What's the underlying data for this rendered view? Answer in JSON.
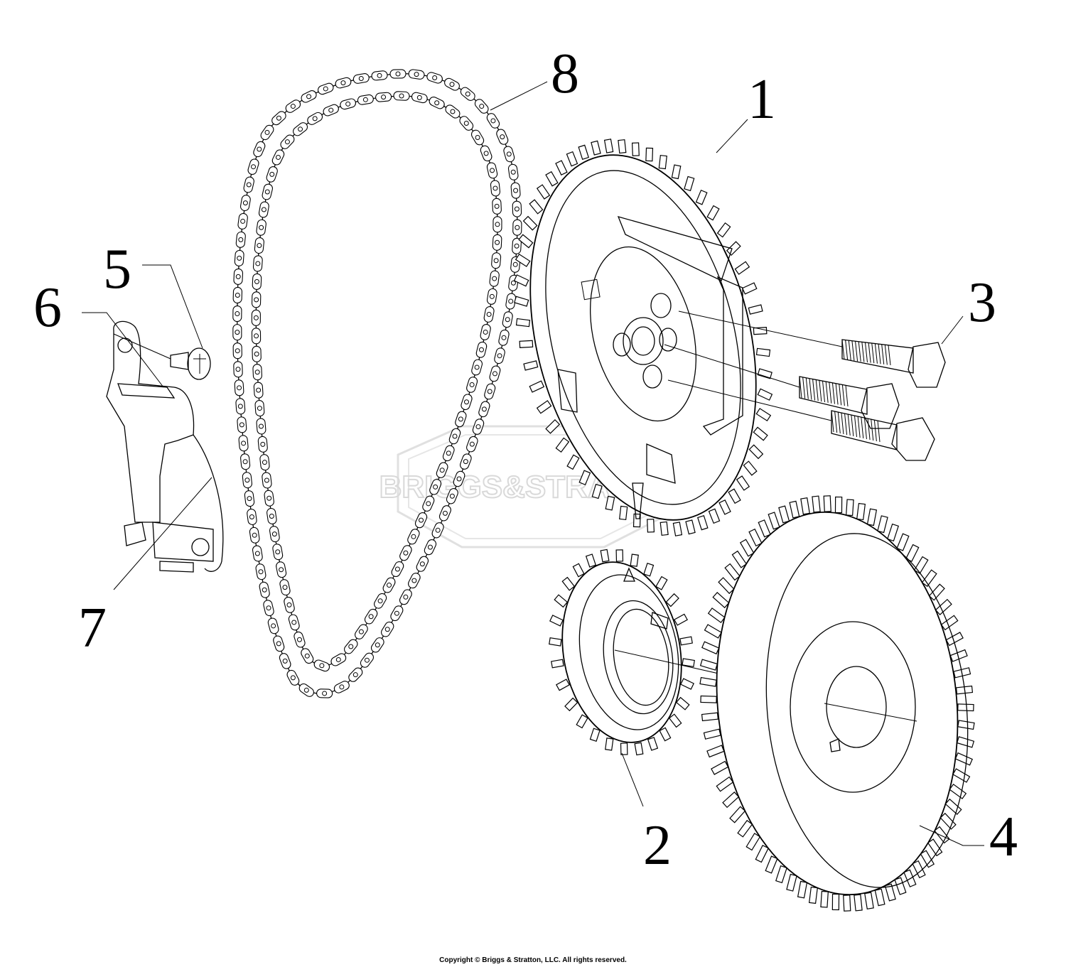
{
  "labels": {
    "p1": "1",
    "p2": "2",
    "p3": "3",
    "p4": "4",
    "p5": "5",
    "p6": "6",
    "p7": "7",
    "p8": "8"
  },
  "watermark": {
    "text": "BRIGGS&STRATTON",
    "color": "#d9d9d9"
  },
  "copyright": "Copyright © Briggs & Stratton, LLC. All rights reserved."
}
